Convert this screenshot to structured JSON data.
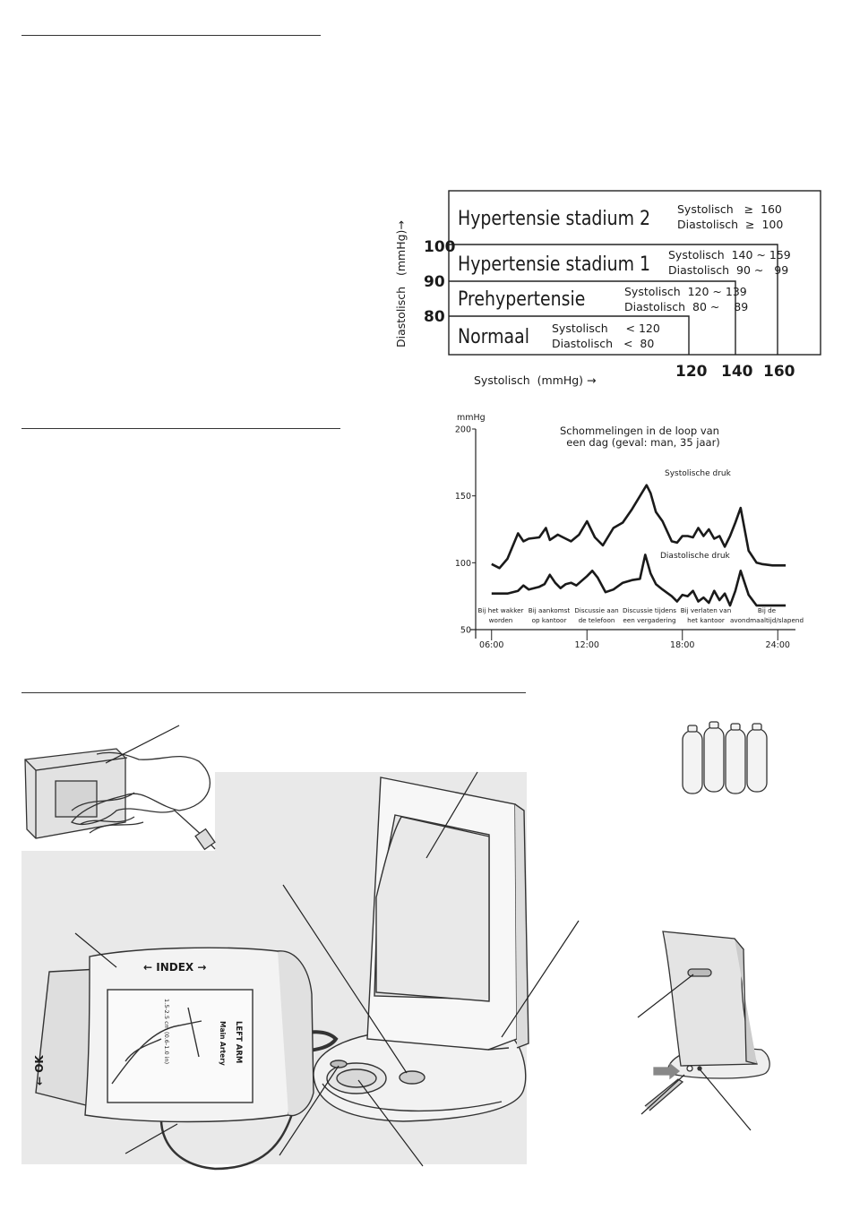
{
  "classification": {
    "bands": [
      {
        "name": "Hypertensie  stadium  2",
        "systolic": "Systolisch   ≥  160",
        "diastolic": "Diastolisch  ≥  100"
      },
      {
        "name": "Hypertensie stadium 1",
        "systolic": "Systolisch  140 ~ 159",
        "diastolic": "Diastolisch  90 ~   99"
      },
      {
        "name": "Prehypertensie",
        "systolic": "Systolisch  120 ~ 139",
        "diastolic": "Diastolisch  80 ~    89"
      },
      {
        "name": "Normaal",
        "systolic": "Systolisch     < 120",
        "diastolic": "Diastolisch   <  80"
      }
    ],
    "y_axis_label": "Diastolisch   (mmHg)→",
    "y_ticks": [
      "100",
      "90",
      "80"
    ],
    "x_axis_label": "Systolisch  (mmHg) →",
    "x_ticks": [
      "120",
      "140",
      "160"
    ]
  },
  "chart_data": {
    "type": "line",
    "title": "Schommelingen in de loop van\n  een dag (geval: man, 35 jaar)",
    "ylabel": "mmHg",
    "ylim": [
      50,
      200
    ],
    "yticks": [
      50,
      100,
      150,
      200
    ],
    "xlim": [
      "05:00",
      "25:00"
    ],
    "xticks": [
      "06:00",
      "12:00",
      "18:00",
      "24:00"
    ],
    "series": [
      {
        "name": "Systolische druk",
        "x": [
          "06:00",
          "06:30",
          "07:00",
          "07:40",
          "08:00",
          "08:20",
          "09:00",
          "09:25",
          "09:40",
          "10:10",
          "10:30",
          "11:00",
          "11:30",
          "12:00",
          "12:30",
          "13:00",
          "13:40",
          "14:15",
          "14:50",
          "15:45",
          "16:00",
          "16:20",
          "16:45",
          "17:20",
          "17:40",
          "18:00",
          "18:20",
          "18:40",
          "19:00",
          "19:20",
          "19:40",
          "20:00",
          "20:20",
          "20:40",
          "21:00",
          "21:20",
          "21:40",
          "22:10",
          "22:40",
          "23:00",
          "23:40",
          "24:00",
          "24:30"
        ],
        "values": [
          99,
          96,
          103,
          122,
          116,
          118,
          119,
          126,
          117,
          121,
          119,
          116,
          121,
          131,
          119,
          113,
          126,
          130,
          140,
          158,
          152,
          138,
          131,
          116,
          115,
          120,
          120,
          119,
          126,
          120,
          125,
          118,
          120,
          112,
          120,
          130,
          141,
          109,
          100,
          99,
          98,
          98,
          98
        ]
      },
      {
        "name": "Diastolische druk",
        "x": [
          "06:00",
          "07:00",
          "07:40",
          "08:00",
          "08:20",
          "09:00",
          "09:20",
          "09:40",
          "10:00",
          "10:20",
          "10:40",
          "11:00",
          "11:20",
          "12:00",
          "12:20",
          "12:40",
          "13:10",
          "13:40",
          "14:15",
          "14:50",
          "15:20",
          "15:40",
          "16:00",
          "16:20",
          "16:45",
          "17:20",
          "17:40",
          "18:00",
          "18:20",
          "18:40",
          "19:00",
          "19:20",
          "19:40",
          "20:00",
          "20:20",
          "20:40",
          "21:00",
          "21:20",
          "21:40",
          "22:10",
          "22:40",
          "23:00",
          "24:00",
          "24:30"
        ],
        "values": [
          77,
          77,
          79,
          83,
          80,
          82,
          84,
          91,
          85,
          81,
          84,
          85,
          83,
          90,
          94,
          89,
          78,
          80,
          85,
          87,
          88,
          106,
          92,
          84,
          80,
          75,
          71,
          76,
          75,
          79,
          71,
          74,
          70,
          79,
          72,
          77,
          68,
          79,
          94,
          76,
          68,
          68,
          68,
          68
        ]
      }
    ],
    "annotations": [
      "Bij het wakker\n worden",
      "Bij aankomst\n op kantoor",
      "Discussie aan\n de telefoon",
      "Discussie tijdens\n een vergadering",
      "Bij verlaten van\n het kantoor",
      "Bij de\n avondmaaltijd/slapend"
    ]
  },
  "cuff": {
    "index_label": "← INDEX →",
    "ok_label": "← OK",
    "left_arm": "LEFT ARM",
    "main_artery": "Main\nArtery",
    "size_text": "1.5-2.5 cm\n(0.6-1.0 in)"
  }
}
